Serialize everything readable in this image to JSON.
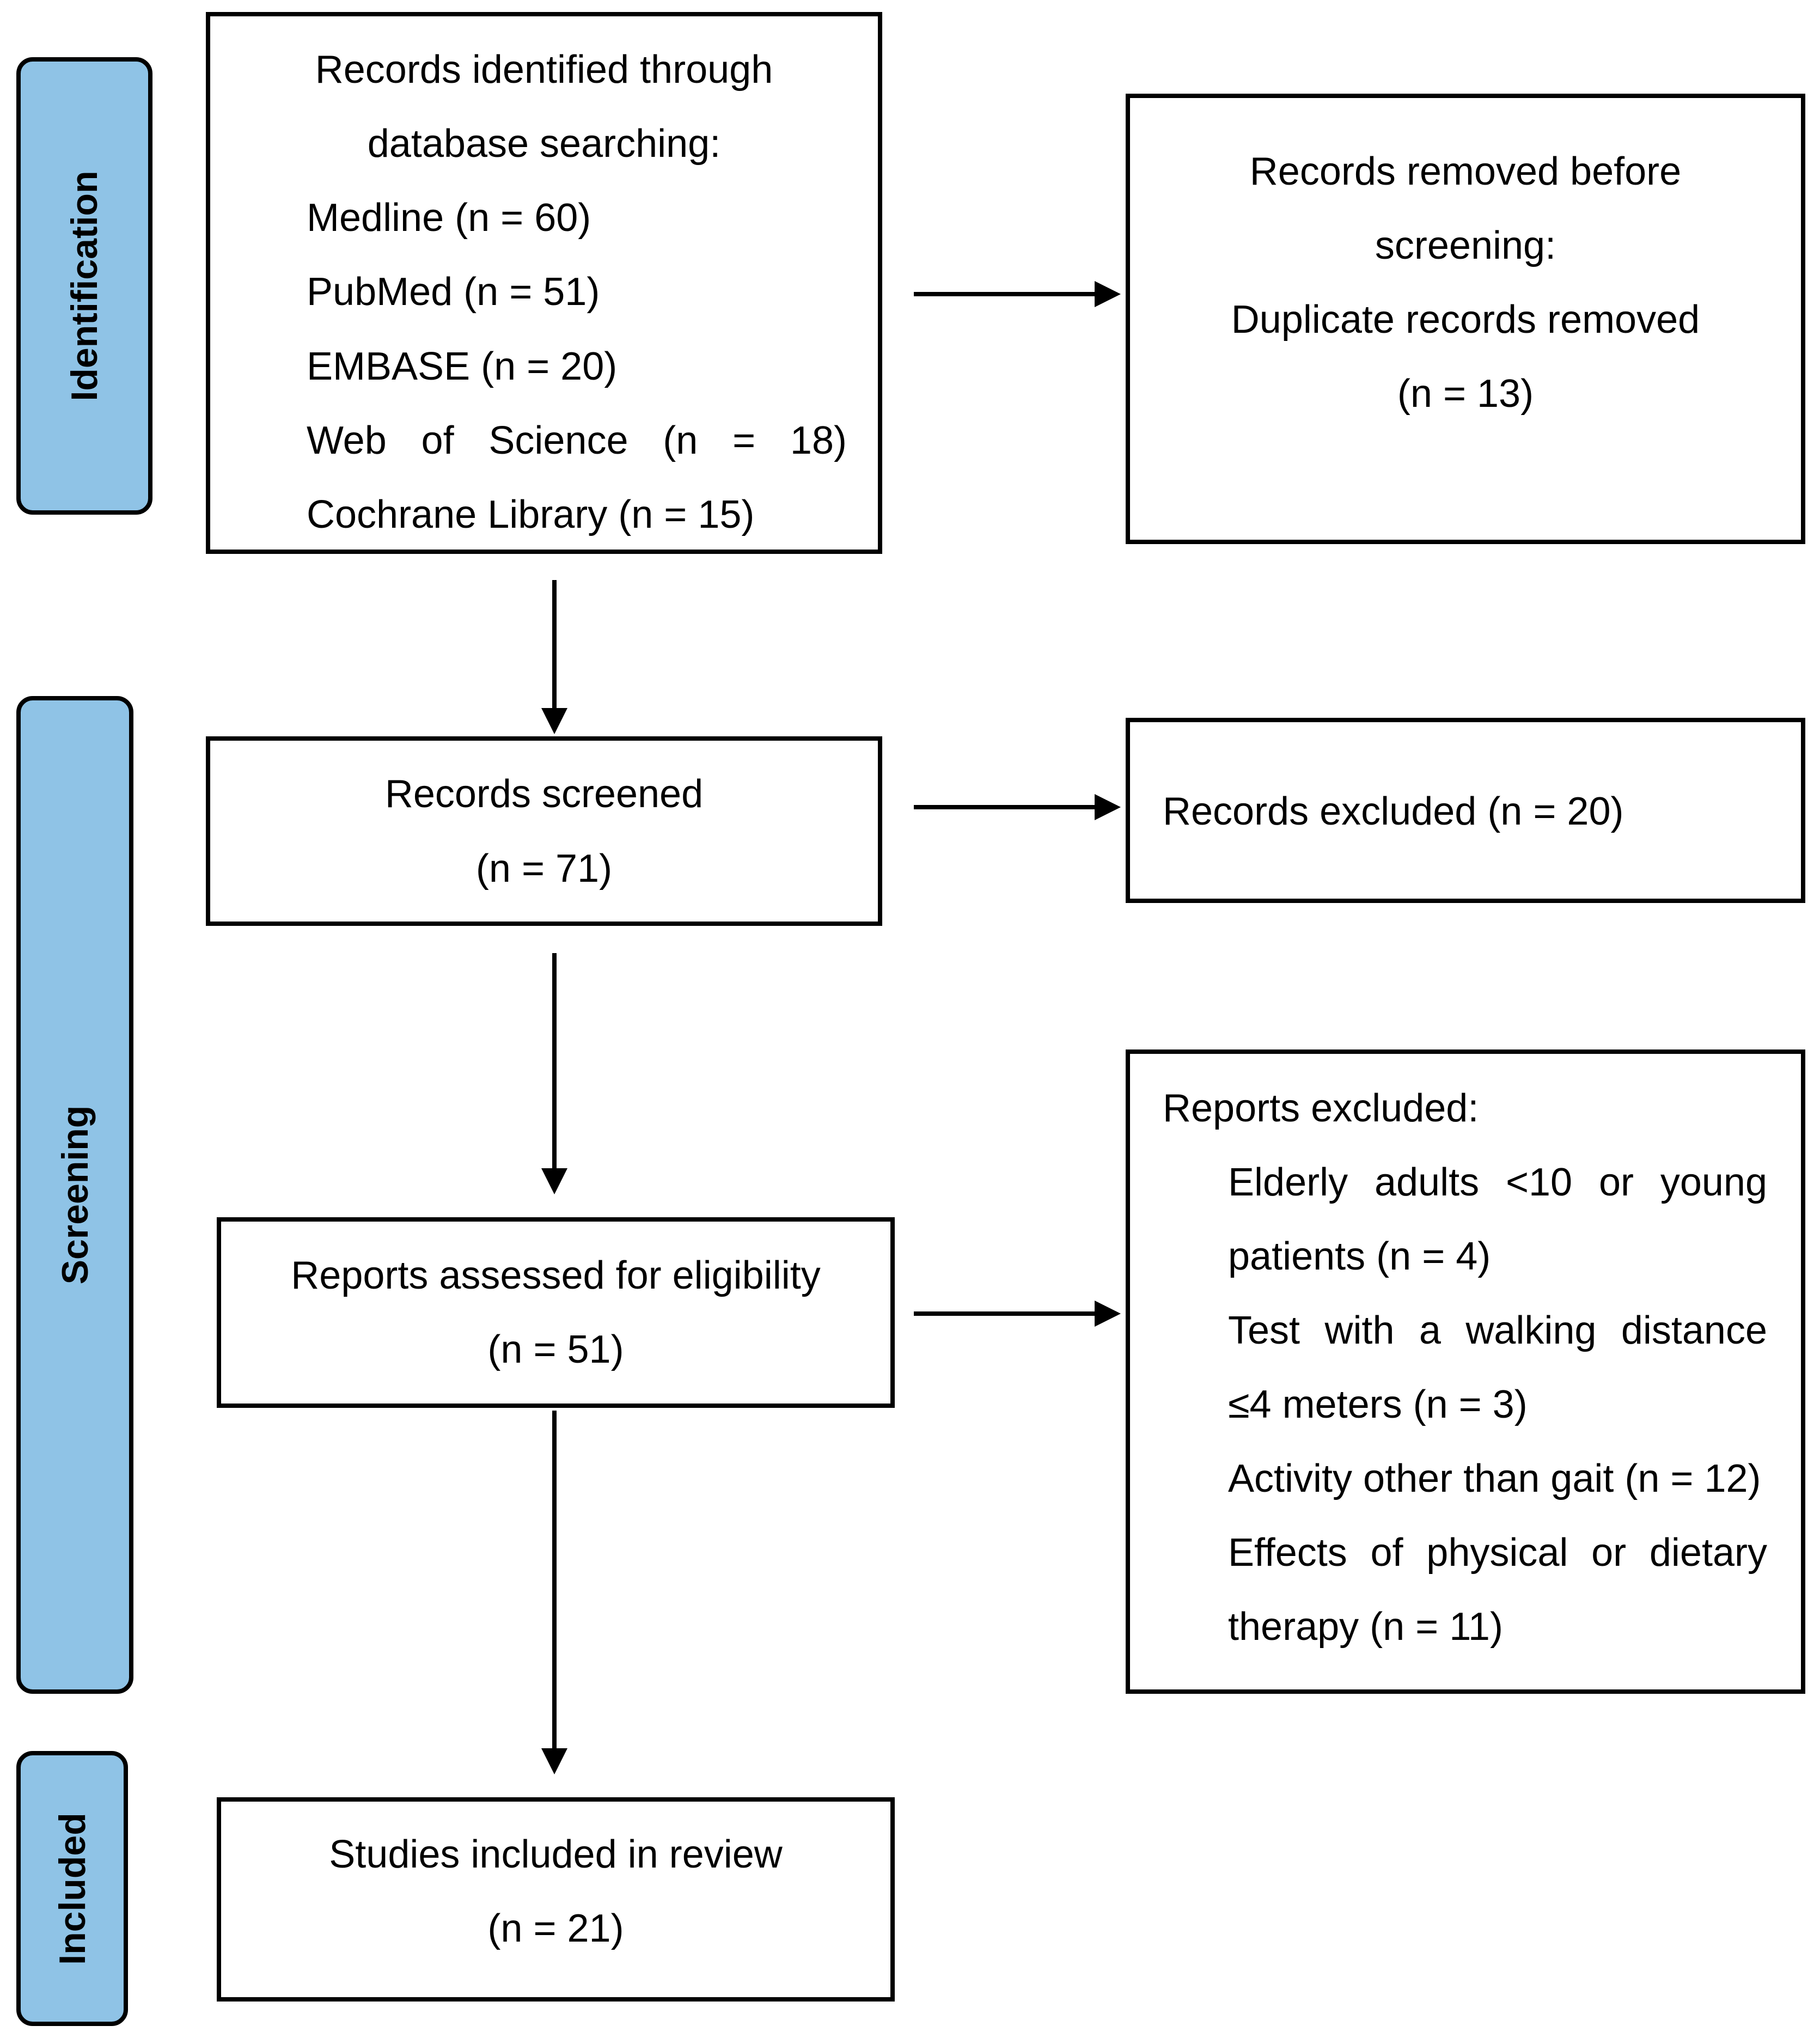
{
  "phases": {
    "identification": "Identification",
    "screening": "Screening",
    "included": "Included"
  },
  "identified": {
    "title_line1": "Records identified through",
    "title_line2": "database searching:",
    "sources": [
      "Medline (n = 60)",
      "PubMed (n = 51)",
      "EMBASE (n = 20)",
      "Web of Science (n = 18)",
      "Cochrane Library (n = 15)"
    ]
  },
  "removed": {
    "line1": "Records removed before",
    "line2": "screening:",
    "line3": "Duplicate records removed",
    "line4": "(n = 13)"
  },
  "screened": {
    "line1": "Records screened",
    "line2": "(n = 71)"
  },
  "excluded_records": {
    "line1": "Records excluded (n = 20)"
  },
  "assessed": {
    "line1": "Reports assessed for eligibility",
    "line2": "(n = 51)"
  },
  "excluded_reports": {
    "title": "Reports excluded:",
    "reasons": [
      {
        "line1": "Elderly adults <10 or young",
        "line2": "patients (n = 4)"
      },
      {
        "line1": "Test with a walking distance",
        "line2": "≤4 meters (n = 3)"
      },
      {
        "line1": "Activity other than gait (n = 12)"
      },
      {
        "line1": "Effects of physical or dietary",
        "line2": "therapy (n = 11)"
      }
    ]
  },
  "included_box": {
    "line1": "Studies included in review",
    "line2": "(n = 21)"
  },
  "colors": {
    "phase_fill": "#8fc3e6",
    "border": "#000000"
  }
}
